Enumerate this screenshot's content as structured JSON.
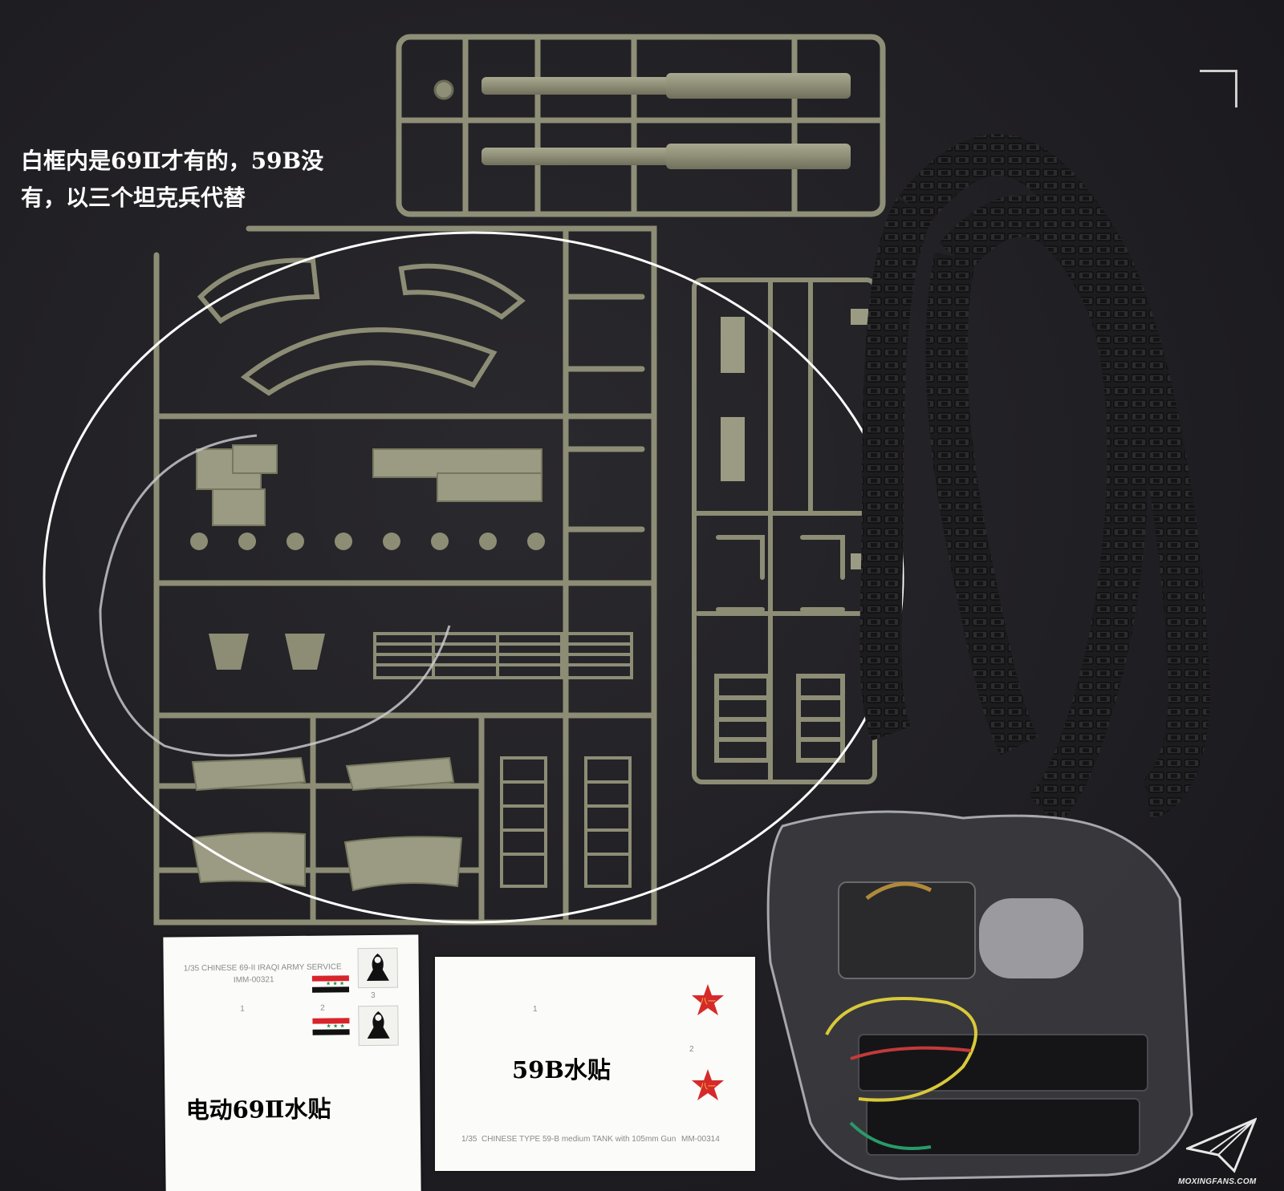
{
  "caption": {
    "line1": "白框内是69Ⅱ才有的，59B没",
    "line2": "有，以三个坦克兵代替"
  },
  "decal_69": {
    "header": "1/35 CHINESE 69-II IRAQI ARMY SERVICE",
    "code": "IMM-00321",
    "num1": "1",
    "num2": "2",
    "num3": "3",
    "label": "电动69Ⅱ水贴"
  },
  "decal_59": {
    "num1": "1",
    "num2": "2",
    "label": "59B水贴",
    "footer_scale": "1/35",
    "footer_title": "CHINESE TYPE 59-B medium TANK with 105mm Gun",
    "footer_code": "MM-00314"
  },
  "watermark": "MOXINGFANS.COM",
  "colors": {
    "background": "#1f1e22",
    "sprue_olive": "#8f8f78",
    "track": "#1b1b1c",
    "highlight_ellipse": "#ffffff",
    "decal_paper": "#fbfbf9",
    "star_red": "#d62a2a"
  }
}
